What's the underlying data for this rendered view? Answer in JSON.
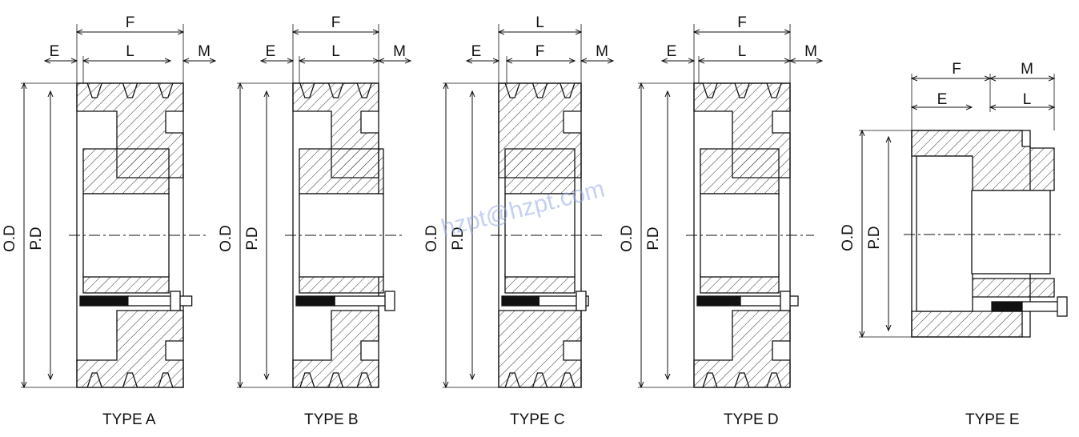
{
  "labels": {
    "od": "O.D",
    "pd": "P.D",
    "f": "F",
    "e": "E",
    "l": "L",
    "m": "M"
  },
  "captions": {
    "a": "TYPE A",
    "b": "TYPE B",
    "c": "TYPE C",
    "d": "TYPE D",
    "e": "TYPE E"
  },
  "watermark": "hzpt@hzpt.com",
  "colors": {
    "line": "#111111",
    "hatch": "#333333",
    "watermark": "#96aae6"
  }
}
